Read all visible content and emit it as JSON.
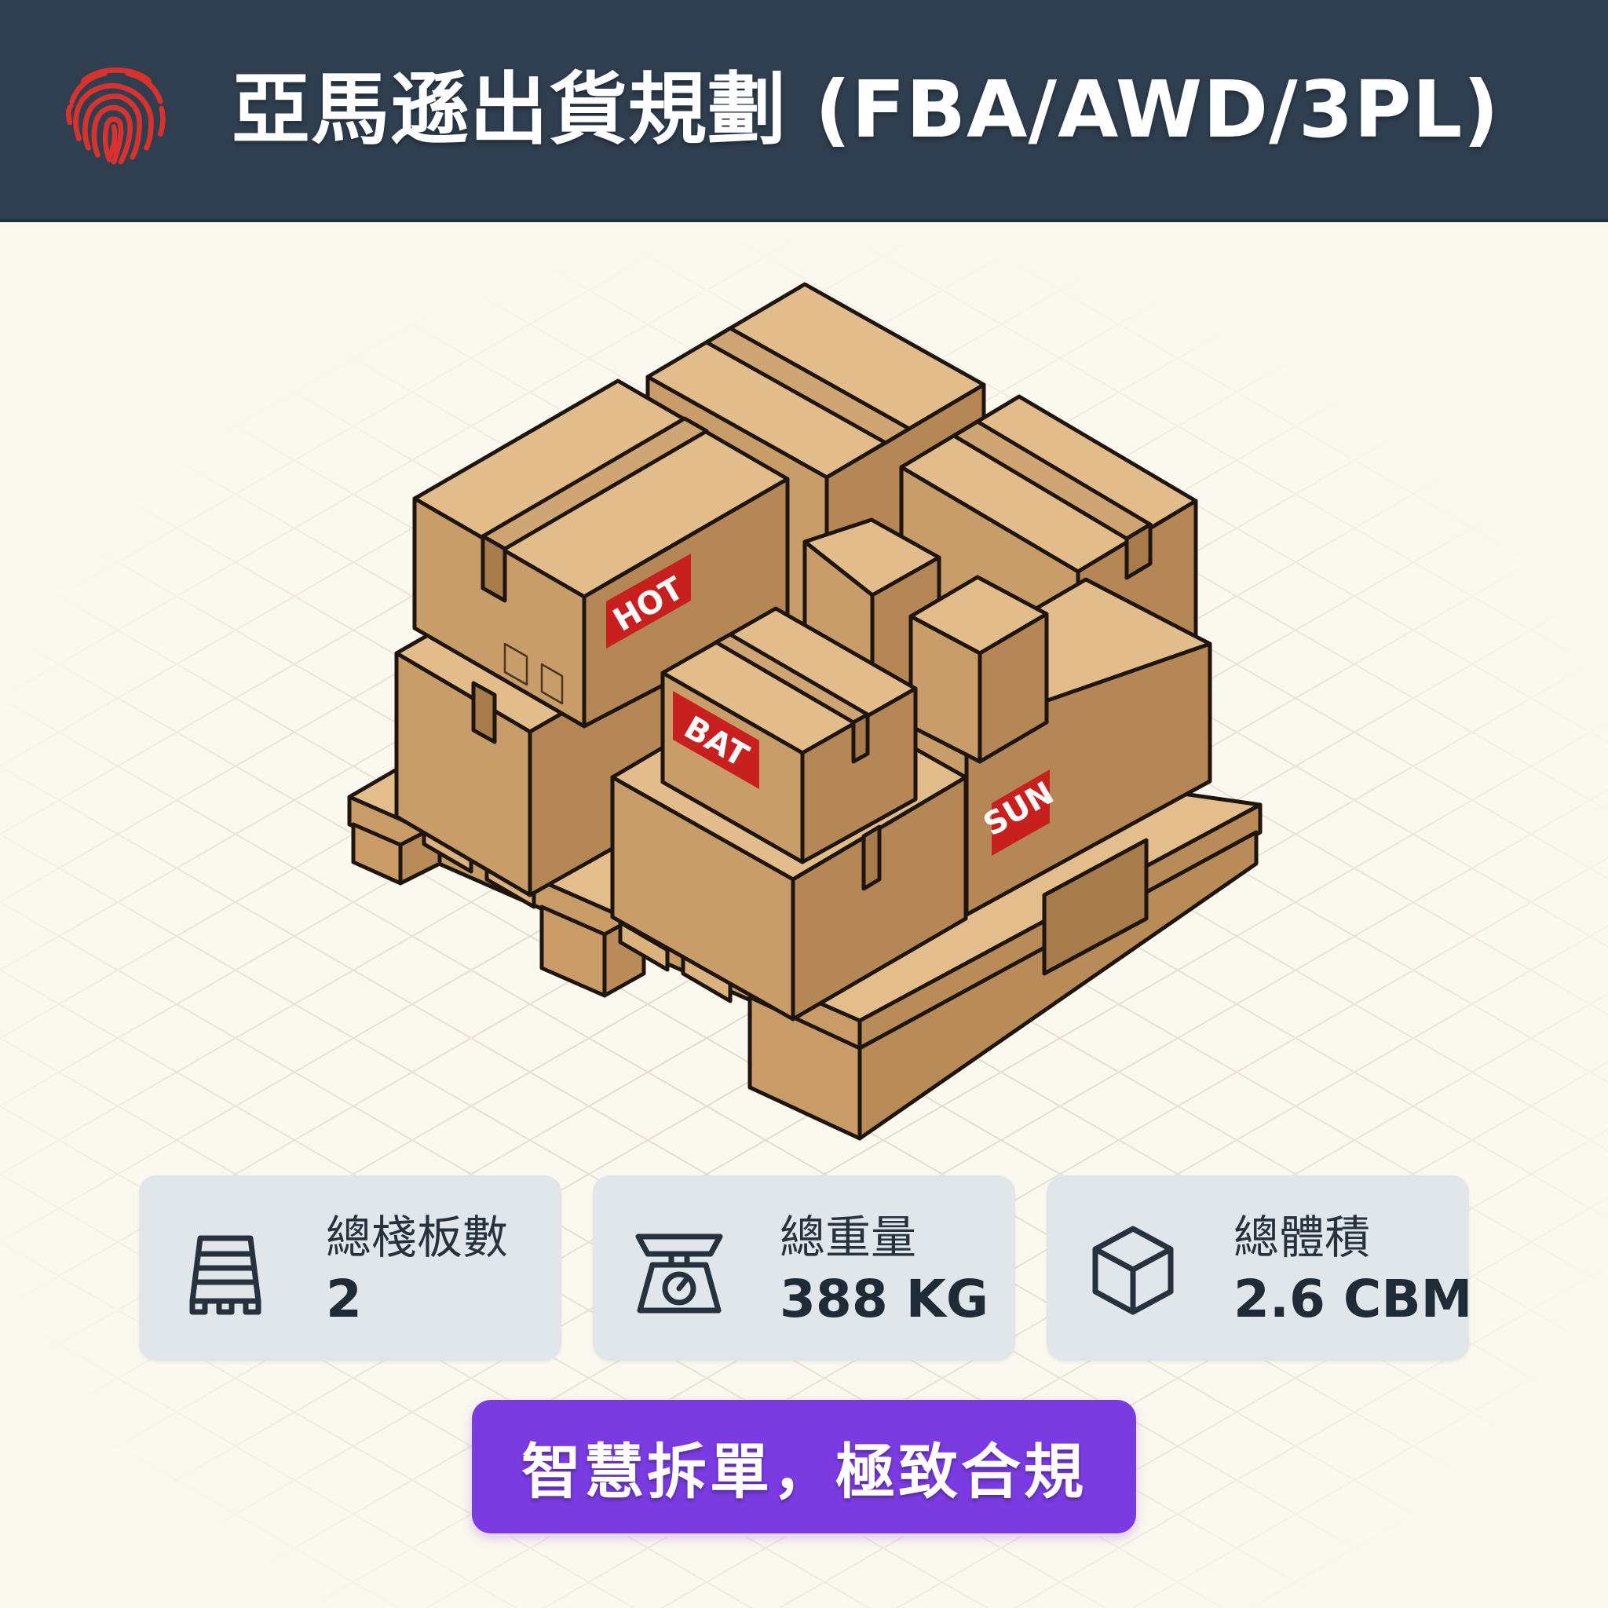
{
  "header": {
    "title": "亞馬遜出貨規劃 (FBA/AWD/3PL)",
    "logo_icon": "fingerprint-icon",
    "background_color": "#2f3f50",
    "logo_color": "#d8322f"
  },
  "illustration": {
    "subject": "pallet-with-cardboard-boxes",
    "box_labels": [
      "HOT",
      "BAT",
      "SUN"
    ],
    "label_color": "#c8201f",
    "handling_icons": [
      "this-side-up-icon",
      "fragile-glass-icon"
    ]
  },
  "stats": [
    {
      "icon": "pallet-icon",
      "label": "總棧板數",
      "value": "2"
    },
    {
      "icon": "scale-icon",
      "label": "總重量",
      "value": "388 KG"
    },
    {
      "icon": "cube-icon",
      "label": "總體積",
      "value": "2.6 CBM"
    }
  ],
  "slogan": {
    "text": "智慧拆單，極致合規",
    "background_color": "#7a3be0"
  }
}
